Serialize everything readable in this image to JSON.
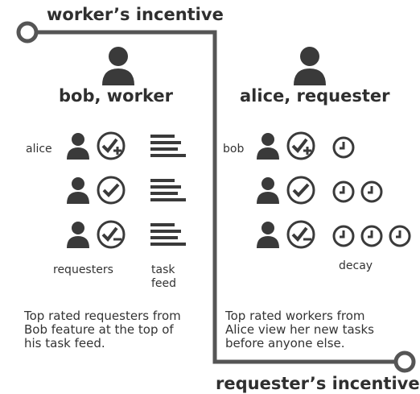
{
  "titles": {
    "top": "worker’s incentive",
    "bottom": "requester’s incentive"
  },
  "left_panel": {
    "heading": "bob, worker",
    "row_label": "alice",
    "caption_requesters": "requesters",
    "caption_task": "task",
    "caption_feed": "feed",
    "description_lines": [
      "Top rated requesters from",
      "Bob feature at the top of",
      "his task feed."
    ],
    "ratings": [
      "check-plus",
      "check",
      "check-minus"
    ]
  },
  "right_panel": {
    "heading": "alice, requester",
    "row_label": "bob",
    "caption_decay": "decay",
    "description_lines": [
      "Top rated workers from",
      "Alice view her new tasks",
      "before anyone else."
    ],
    "ratings": [
      "check-plus",
      "check",
      "check-minus"
    ],
    "clock_counts": [
      1,
      2,
      3
    ]
  },
  "colors": {
    "line": "#555555",
    "icon": "#3a3a3a",
    "text": "#333333"
  },
  "icons": [
    "person-icon",
    "check-plus-icon",
    "check-icon",
    "check-minus-icon",
    "task-feed-icon",
    "clock-icon"
  ]
}
